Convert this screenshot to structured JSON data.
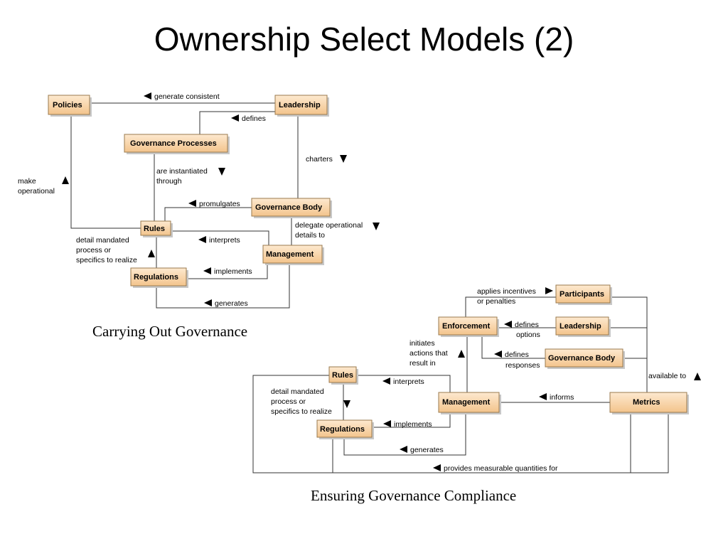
{
  "slide": {
    "title": "Ownership Select Models (2)"
  },
  "diagram1": {
    "caption": "Carrying Out Governance",
    "nodes": {
      "policies": "Policies",
      "leadership": "Leadership",
      "governance_processes": "Governance Processes",
      "governance_body": "Governance Body",
      "rules": "Rules",
      "management": "Management",
      "regulations": "Regulations"
    },
    "edges": {
      "generate_consistent": "generate consistent",
      "defines": "defines",
      "charters": "charters",
      "instantiated_1": "are instantiated",
      "instantiated_2": "through",
      "make_op_1": "make",
      "make_op_2": "operational",
      "promulgates": "promulgates",
      "delegate_1": "delegate operational",
      "delegate_2": "details to",
      "interprets": "interprets",
      "detail_1": "detail mandated",
      "detail_2": "process or",
      "detail_3": "specifics to realize",
      "implements": "implements",
      "generates": "generates"
    }
  },
  "diagram2": {
    "caption": "Ensuring Governance Compliance",
    "nodes": {
      "participants": "Participants",
      "enforcement": "Enforcement",
      "leadership": "Leadership",
      "governance_body": "Governance Body",
      "rules": "Rules",
      "management": "Management",
      "metrics": "Metrics",
      "regulations": "Regulations"
    },
    "edges": {
      "applies_1": "applies incentives",
      "applies_2": "or penalties",
      "defines_options_1": "defines",
      "defines_options_2": "options",
      "defines_resp_1": "defines",
      "defines_resp_2": "responses",
      "initiates_1": "initiates",
      "initiates_2": "actions that",
      "initiates_3": "result in",
      "available_to": "available to",
      "interprets": "interprets",
      "informs": "informs",
      "detail_1": "detail mandated",
      "detail_2": "process or",
      "detail_3": "specifics to realize",
      "implements": "implements",
      "generates": "generates",
      "provides": "provides measurable quantities for"
    }
  }
}
